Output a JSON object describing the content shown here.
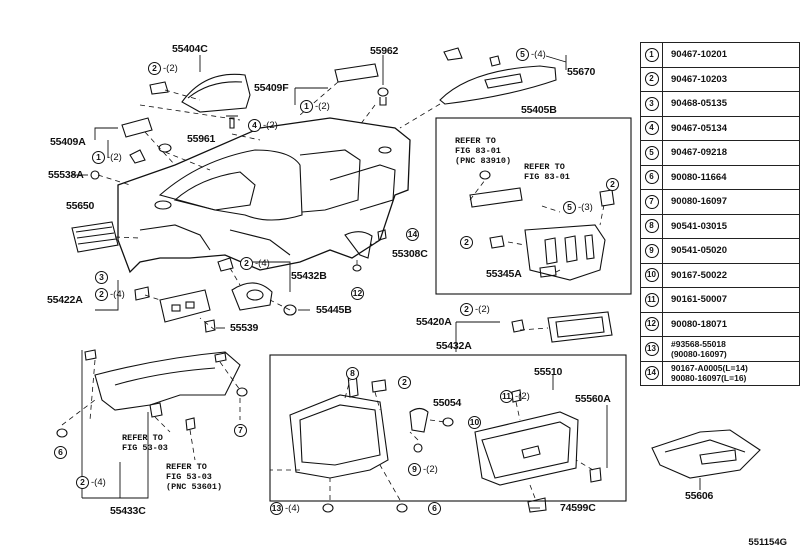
{
  "diagram_code": "551154G",
  "part_labels": {
    "p55404C": "55404C",
    "p55962": "55962",
    "p55670": "55670",
    "p55409F": "55409F",
    "p55405B": "55405B",
    "p55409A": "55409A",
    "p55961": "55961",
    "p55538A": "55538A",
    "p55650": "55650",
    "p55308C": "55308C",
    "p55432B": "55432B",
    "p55345A": "55345A",
    "p55422A": "55422A",
    "p55445B": "55445B",
    "p55539": "55539",
    "p55420A": "55420A",
    "p55432A": "55432A",
    "p55510": "55510",
    "p55054": "55054",
    "p55560A": "55560A",
    "p55606": "55606",
    "p55433C": "55433C",
    "p74599C": "74599C"
  },
  "references": {
    "ref_a": "REFER TO\nFIG 83-01\n(PNC 83910)",
    "ref_b": "REFER TO\nFIG 83-01",
    "ref_c": "REFER TO\nFIG 53-03",
    "ref_d": "REFER TO\nFIG 53-03\n(PNC 53601)"
  },
  "callouts": {
    "c2_2_top": {
      "num": "2",
      "qty": "-(2)"
    },
    "c5_4": {
      "num": "5",
      "qty": "-(4)"
    },
    "c1_2_a": {
      "num": "1",
      "qty": "-(2)"
    },
    "c4_2": {
      "num": "4",
      "qty": "-(2)"
    },
    "c1_2_b": {
      "num": "1",
      "qty": "-(2)"
    },
    "c2_right": {
      "num": "2",
      "qty": ""
    },
    "c5_3": {
      "num": "5",
      "qty": "-(3)"
    },
    "c2_box": {
      "num": "2",
      "qty": ""
    },
    "c14": {
      "num": "14",
      "qty": ""
    },
    "c12": {
      "num": "12",
      "qty": ""
    },
    "c2_4_mid": {
      "num": "2",
      "qty": "-(4)"
    },
    "c3": {
      "num": "3",
      "qty": ""
    },
    "c2_4_left": {
      "num": "2",
      "qty": "-(4)"
    },
    "c2_2_mid": {
      "num": "2",
      "qty": "-(2)"
    },
    "c8": {
      "num": "8",
      "qty": ""
    },
    "c2_low": {
      "num": "2",
      "qty": ""
    },
    "c11_2": {
      "num": "11",
      "qty": "-(2)"
    },
    "c10": {
      "num": "10",
      "qty": ""
    },
    "c7": {
      "num": "7",
      "qty": ""
    },
    "c6_left": {
      "num": "6",
      "qty": ""
    },
    "c9_2": {
      "num": "9",
      "qty": "-(2)"
    },
    "c2_4_bottom": {
      "num": "2",
      "qty": "-(4)"
    },
    "c13_4": {
      "num": "13",
      "qty": "-(4)"
    },
    "c6_bottom": {
      "num": "6",
      "qty": ""
    }
  },
  "parts_table": [
    {
      "num": "1",
      "part": "90467-10201"
    },
    {
      "num": "2",
      "part": "90467-10203"
    },
    {
      "num": "3",
      "part": "90468-05135"
    },
    {
      "num": "4",
      "part": "90467-05134"
    },
    {
      "num": "5",
      "part": "90467-09218"
    },
    {
      "num": "6",
      "part": "90080-11664"
    },
    {
      "num": "7",
      "part": "90080-16097"
    },
    {
      "num": "8",
      "part": "90541-03015"
    },
    {
      "num": "9",
      "part": "90541-05020"
    },
    {
      "num": "10",
      "part": "90167-50022"
    },
    {
      "num": "11",
      "part": "90161-50007"
    },
    {
      "num": "12",
      "part": "90080-18071"
    },
    {
      "num": "13",
      "part": "#93568-55018",
      "part2": "(90080-16097)"
    },
    {
      "num": "14",
      "part": "90167-A0005(L=14)",
      "part2": "90080-16097(L=16)"
    }
  ]
}
